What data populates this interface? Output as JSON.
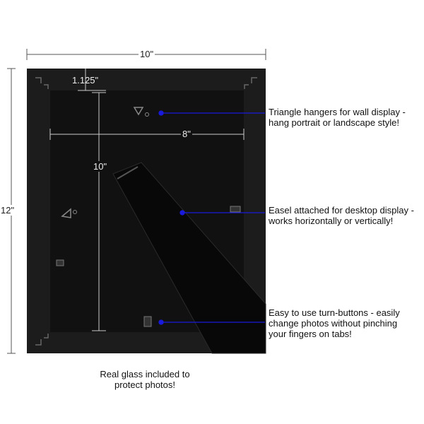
{
  "dimensions": {
    "frame_width": "10\"",
    "frame_height": "12\"",
    "border_width": "1.125\"",
    "photo_width": "8\"",
    "photo_height": "10\""
  },
  "callouts": [
    {
      "line1": "Triangle hangers for wall display -",
      "line2": "hang portrait or landscape style!"
    },
    {
      "line1": "Easel attached for desktop display -",
      "line2": "works horizontally or vertically!"
    },
    {
      "line1": "Easy to use turn-buttons - easily",
      "line2": "change photos without pinching",
      "line3": "your fingers on tabs!"
    }
  ],
  "caption": {
    "line1": "Real glass included to",
    "line2": "protect photos!"
  },
  "colors": {
    "frame": "#1c1c1c",
    "backing": "#111111",
    "pointer": "#1a1adc"
  }
}
